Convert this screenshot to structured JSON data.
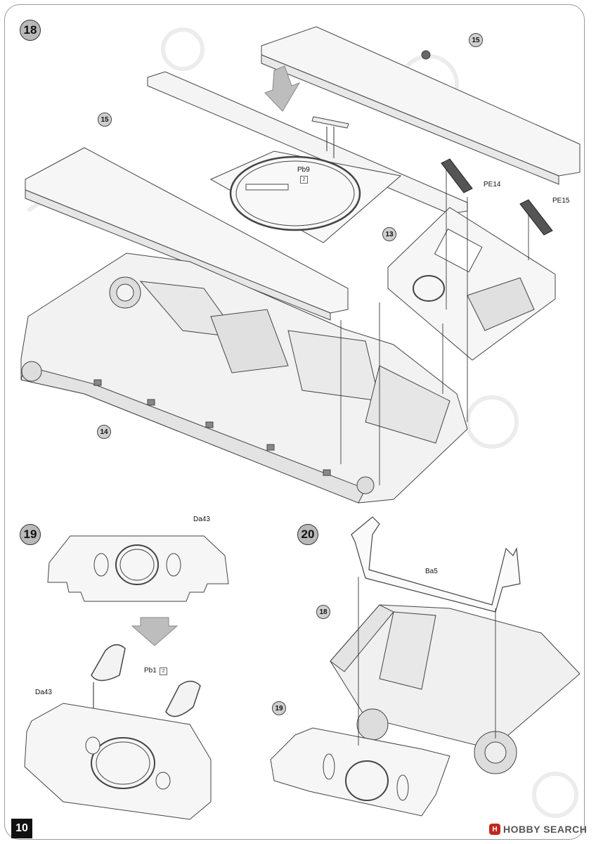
{
  "page_number": "10",
  "steps": {
    "s18": "18",
    "s19": "19",
    "s20": "20"
  },
  "callouts": {
    "c15a": "15",
    "c15b": "15",
    "c13": "13",
    "c14": "14",
    "c18": "18",
    "c19": "19"
  },
  "labels": {
    "pb9": "Pb9",
    "pb9_qty": "2",
    "pe14": "PE14",
    "pe15": "PE15",
    "da43_top": "Da43",
    "pb1": "Pb1",
    "pb1_qty": "2",
    "da43_bottom": "Da43",
    "ba5": "Ba5"
  },
  "watermark": {
    "logo": "H",
    "text": "HOBBY SEARCH"
  }
}
